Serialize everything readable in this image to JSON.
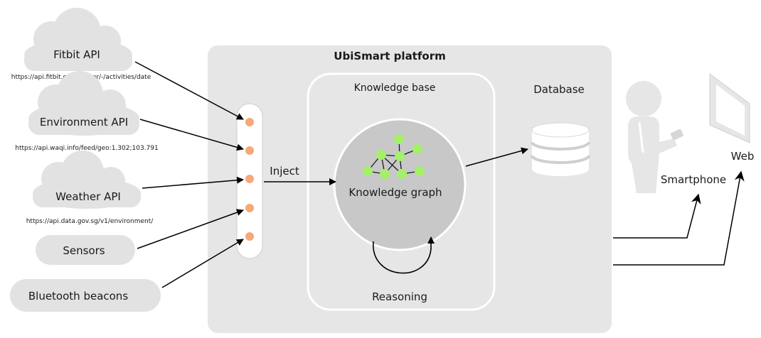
{
  "platform": {
    "title": "UbiSmart platform",
    "inject_label": "Inject",
    "knowledge_base_label": "Knowledge base",
    "knowledge_graph_label": "Knowledge graph",
    "reasoning_label": "Reasoning",
    "database_label": "Database"
  },
  "sources": [
    {
      "name": "Fitbit API",
      "url": "https://api.fitbit.com/1/user/-/activities/date"
    },
    {
      "name": "Environment API",
      "url": "https://api.waqi.info/feed/geo:1.302;103.791"
    },
    {
      "name": "Weather API",
      "url": "https://api.data.gov.sg/v1/environment/"
    },
    {
      "name": "Sensors",
      "url": ""
    },
    {
      "name": "Bluetooth beacons",
      "url": ""
    }
  ],
  "outputs": {
    "smartphone_label": "Smartphone",
    "web_label": "Web"
  },
  "colors": {
    "platform_bg": "#e6e6e6",
    "cloud": "#e2e2e2",
    "graph_circle": "#c8c8c8",
    "node": "#a4f06a",
    "inject_port": "#f6a878"
  }
}
